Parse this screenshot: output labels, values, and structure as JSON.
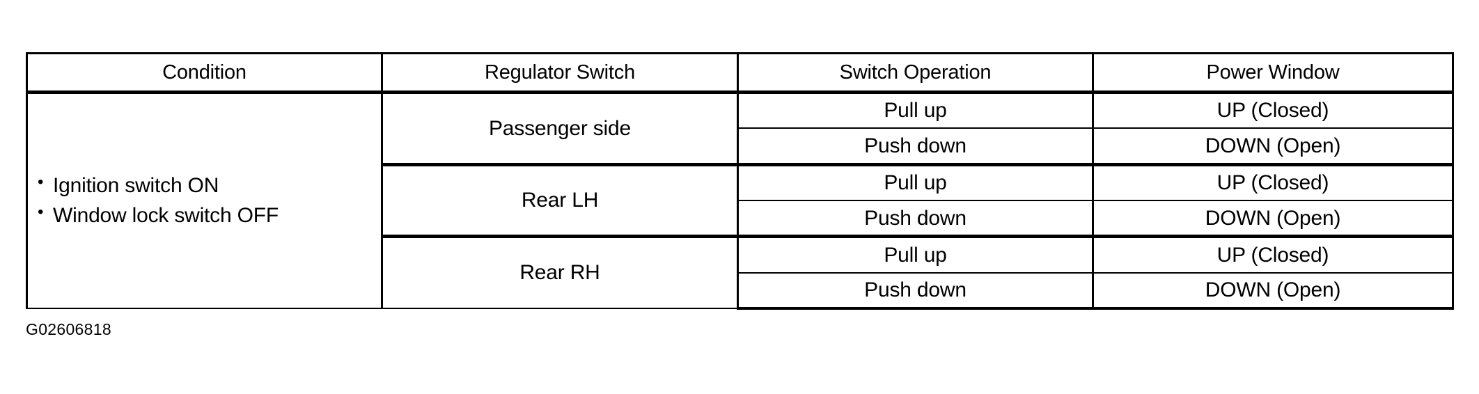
{
  "document": {
    "caption": "G02606818"
  },
  "table": {
    "headers": [
      "Condition",
      "Regulator Switch",
      "Switch Operation",
      "Power Window"
    ],
    "condition": {
      "bullets": [
        "Ignition switch ON",
        "Window lock switch OFF"
      ]
    },
    "groups": [
      {
        "regulator_switch": "Passenger side",
        "rows": [
          {
            "switch_operation": "Pull up",
            "power_window": "UP (Closed)"
          },
          {
            "switch_operation": "Push down",
            "power_window": "DOWN (Open)"
          }
        ]
      },
      {
        "regulator_switch": "Rear LH",
        "rows": [
          {
            "switch_operation": "Pull up",
            "power_window": "UP (Closed)"
          },
          {
            "switch_operation": "Push down",
            "power_window": "DOWN (Open)"
          }
        ]
      },
      {
        "regulator_switch": "Rear RH",
        "rows": [
          {
            "switch_operation": "Pull up",
            "power_window": "UP (Closed)"
          },
          {
            "switch_operation": "Push down",
            "power_window": "DOWN (Open)"
          }
        ]
      }
    ]
  },
  "colors": {
    "background": "#ffffff",
    "ink": "#000000",
    "border": "#000000"
  }
}
